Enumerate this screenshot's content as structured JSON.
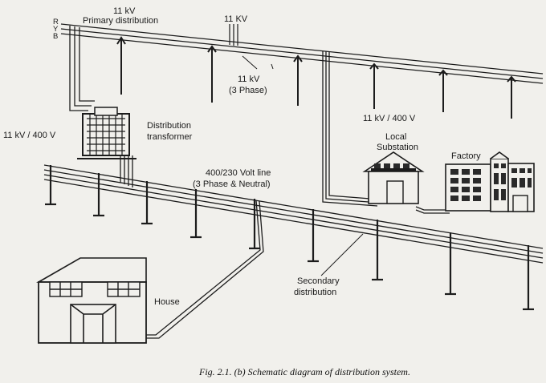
{
  "labels": {
    "phase_r": "R",
    "phase_y": "Y",
    "phase_b": "B",
    "primary_voltage": "11 kV",
    "primary_distribution": "Primary distribution",
    "tap_voltage": "11 KV",
    "three_phase_voltage": "11 kV",
    "three_phase_note": "(3 Phase)",
    "transformer_ratio": "11 kV / 400 V",
    "distribution_transformer_1": "Distribution",
    "distribution_transformer_2": "transformer",
    "substation_ratio": "11 kV / 400 V",
    "local_substation_1": "Local",
    "local_substation_2": "Substation",
    "factory": "Factory",
    "secondary_line_1": "400/230 Volt line",
    "secondary_line_2": "(3 Phase & Neutral)",
    "house": "House",
    "secondary_distribution_1": "Secondary",
    "secondary_distribution_2": "distribution"
  },
  "caption": "Fig. 2.1. (b) Schematic diagram of distribution system."
}
